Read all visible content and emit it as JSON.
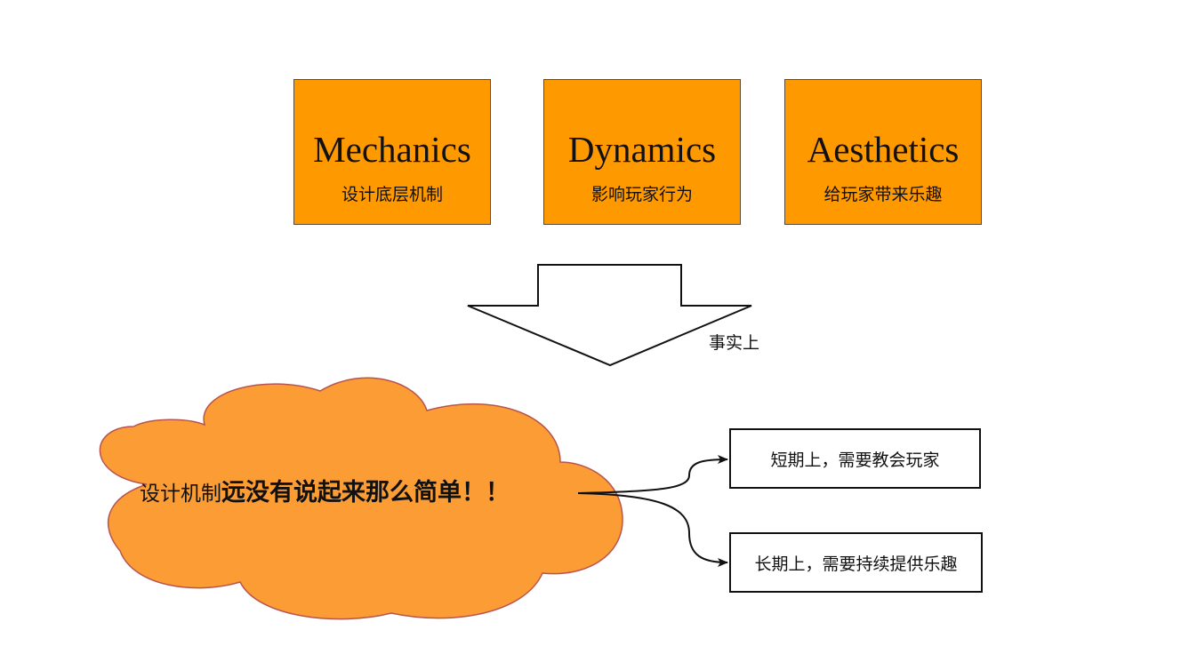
{
  "mda": [
    {
      "title": "Mechanics",
      "subtitle": "设计底层机制"
    },
    {
      "title": "Dynamics",
      "subtitle": "影响玩家行为"
    },
    {
      "title": "Aesthetics",
      "subtitle": "给玩家带来乐趣"
    }
  ],
  "arrow": {
    "label": "事实上"
  },
  "cloud": {
    "text_regular": "设计机制",
    "text_bold": "远没有说起来那么简单！！"
  },
  "results": {
    "short_term": "短期上，需要教会玩家",
    "long_term": "长期上，需要持续提供乐趣"
  },
  "colors": {
    "box_fill": "#ff9900",
    "cloud_fill": "#fb9d34",
    "cloud_stroke": "#b85450"
  }
}
